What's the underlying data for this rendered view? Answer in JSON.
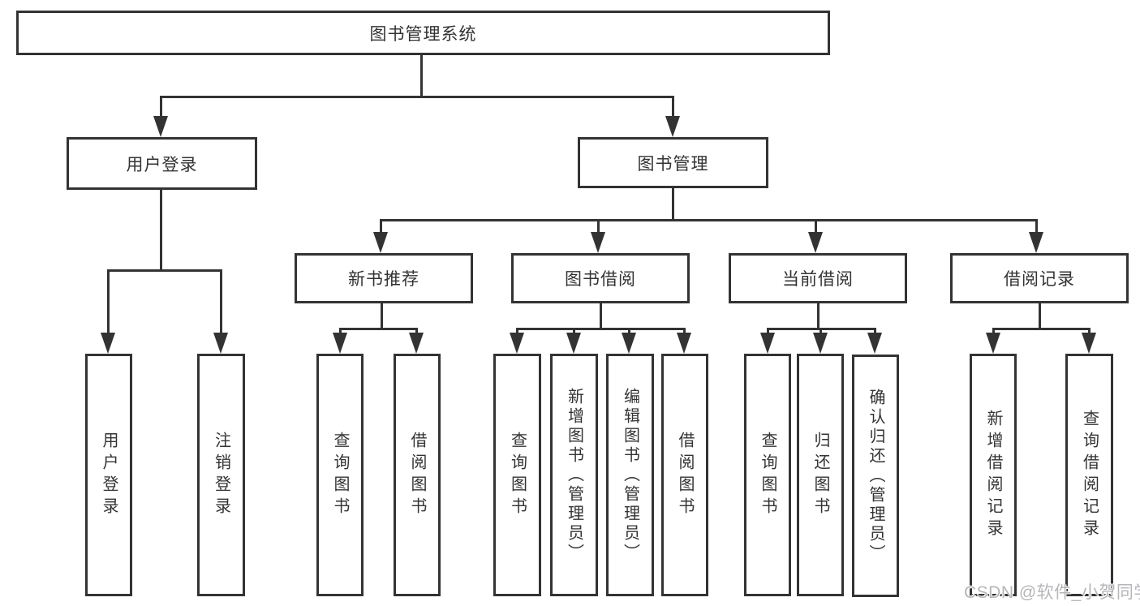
{
  "colors": {
    "line": "#333333",
    "box_border": "#333333",
    "box_background": "#ffffff",
    "text": "#333333",
    "watermark_text": "#b3b6ba"
  },
  "tree": {
    "root": {
      "label": "图书管理系统",
      "children": [
        {
          "label": "用户登录",
          "children": [
            {
              "label": "用户登录"
            },
            {
              "label": "注销登录"
            }
          ]
        },
        {
          "label": "图书管理",
          "children": [
            {
              "label": "新书推荐",
              "children": [
                {
                  "label": "查询图书"
                },
                {
                  "label": "借阅图书"
                }
              ]
            },
            {
              "label": "图书借阅",
              "children": [
                {
                  "label": "查询图书"
                },
                {
                  "label": "新增图书（管理员）"
                },
                {
                  "label": "编辑图书（管理员）"
                },
                {
                  "label": "借阅图书"
                }
              ]
            },
            {
              "label": "当前借阅",
              "children": [
                {
                  "label": "查询图书"
                },
                {
                  "label": "归还图书"
                },
                {
                  "label": "确认归还（管理员）"
                }
              ]
            },
            {
              "label": "借阅记录",
              "children": [
                {
                  "label": "新增借阅记录"
                },
                {
                  "label": "查询借阅记录"
                }
              ]
            }
          ]
        }
      ]
    }
  },
  "watermark": {
    "text": "CSDN @软件_小贺同学"
  }
}
